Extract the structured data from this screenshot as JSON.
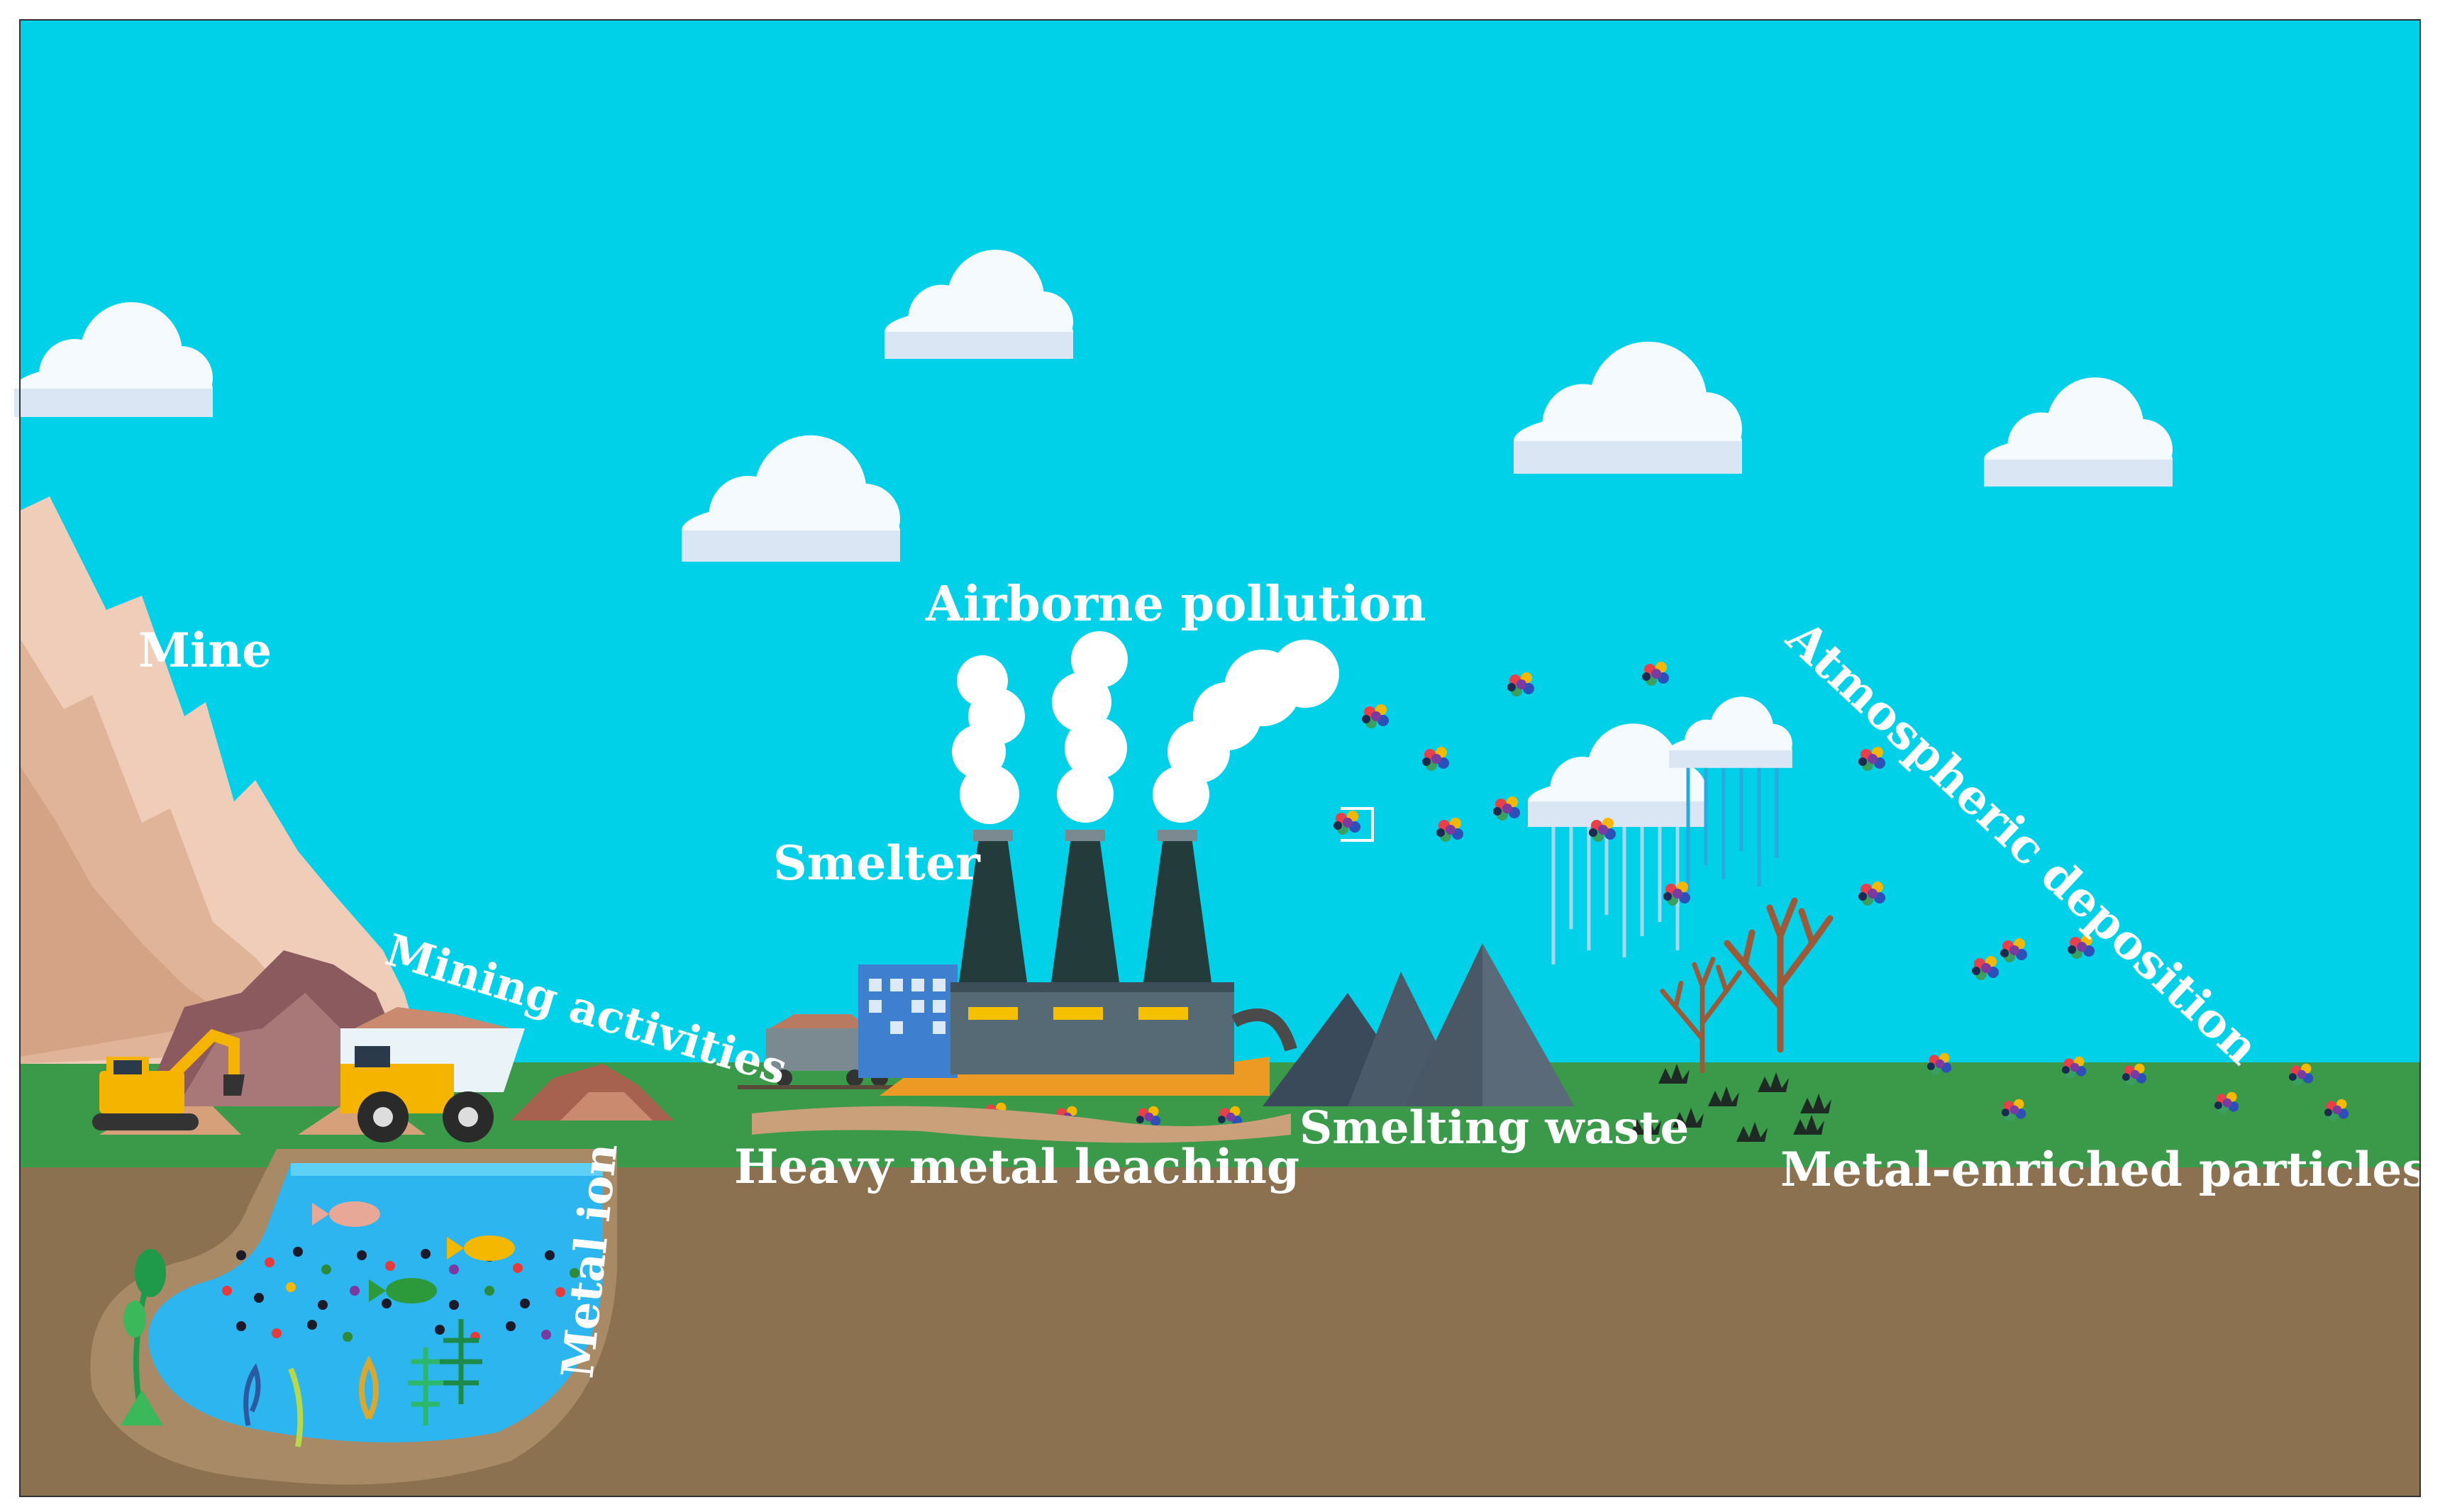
{
  "labels": {
    "mine": "Mine",
    "mining_activities": "Mining activities",
    "smelter": "Smelter",
    "airborne_pollution": "Airborne pollution",
    "atmospheric_deposition": "Atmospheric deposition",
    "smelting_waste": "Smelting waste",
    "heavy_metal_leaching": "Heavy metal leaching",
    "metal_enriched_particles": "Metal-enriched particles",
    "metal_ion": "Metal ion"
  },
  "colors": {
    "sky": "#00d0e8",
    "ground_strip": "#3a9a4a",
    "soil": "#8c7150",
    "water": "#2cb5ee",
    "mountain": "#f0cdb8",
    "smoke": "#ffffff",
    "chimney": "#233b3b",
    "factory": "#566a75",
    "slag": "#3a4a5a",
    "label": "#ffffff"
  },
  "icons": [
    "cloud-icon",
    "mountain-icon",
    "excavator-icon",
    "dump-truck-icon",
    "rail-cart-icon",
    "factory-icon",
    "chimney-icon",
    "smoke-icon",
    "slag-heap-icon",
    "rain-cloud-icon",
    "dead-tree-icon",
    "particle-cluster-icon",
    "fish-icon",
    "aquatic-plant-icon"
  ]
}
